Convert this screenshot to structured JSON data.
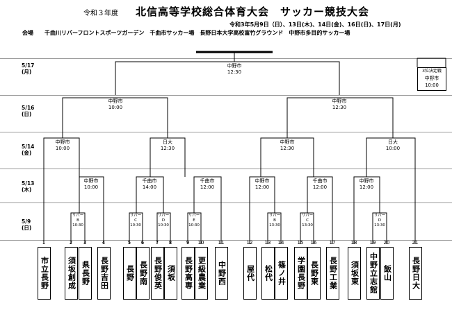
{
  "header": {
    "prefix": "令和３年度",
    "main_title": "北信高等学校総合体育大会　サッカー競技大会",
    "dates": "令和3年5月9日（日）、13日(木)、14日(金)、16日(日)、17日(月)",
    "venues": "会場　　千曲川リバーフロントスポーツガーデン　千曲市サッカー場　長野日本大学高校富竹グラウンド　中野市多目的サッカー場"
  },
  "rounds": [
    {
      "label": "5/17",
      "sub": "(月)"
    },
    {
      "label": "5/16",
      "sub": "(日)"
    },
    {
      "label": "5/14",
      "sub": "(金)"
    },
    {
      "label": "5/13",
      "sub": "(木)"
    },
    {
      "label": "5/9",
      "sub": "(日)"
    }
  ],
  "matches": {
    "final": {
      "venue": "中野市",
      "time": "12:30"
    },
    "sf_left": {
      "venue": "中野市",
      "time": "10:00"
    },
    "sf_right": {
      "venue": "中野市",
      "time": "12:30"
    },
    "qf1": {
      "venue": "中野市",
      "time": "10:00"
    },
    "qf2": {
      "venue": "日大",
      "time": "12:30"
    },
    "qf3": {
      "venue": "中野市",
      "time": "12:30"
    },
    "qf4": {
      "venue": "日大",
      "time": "10:00"
    },
    "r2_1": {
      "venue": "中野市",
      "time": "10:00"
    },
    "r2_2": {
      "venue": "千曲市",
      "time": "14:00"
    },
    "r2_3": {
      "venue": "千曲市",
      "time": "12:00"
    },
    "r2_4": {
      "venue": "中野市",
      "time": "12:00"
    },
    "r2_5": {
      "venue": "千曲市",
      "time": "12:00"
    },
    "r2_6": {
      "venue": "中野市",
      "time": "12:00"
    },
    "r1_1": {
      "venue": "リバー",
      "court": "B",
      "time": "10:30"
    },
    "r1_2": {
      "venue": "リバー",
      "court": "C",
      "time": "10:30"
    },
    "r1_3": {
      "venue": "リバー",
      "court": "D",
      "time": "10:30"
    },
    "r1_4": {
      "venue": "リバー",
      "court": "E",
      "time": "10:30"
    },
    "r1_5": {
      "venue": "リバー",
      "court": "B",
      "time": "13:30"
    },
    "r1_6": {
      "venue": "リバー",
      "court": "C",
      "time": "13:30"
    },
    "r1_7": {
      "venue": "リバー",
      "court": "D",
      "time": "13:30"
    }
  },
  "third_place": {
    "label": "3位決定戦",
    "venue": "中野市",
    "time": "10:00"
  },
  "teams": [
    {
      "num": "1",
      "name": "市立長野"
    },
    {
      "num": "2",
      "name": "須坂創成"
    },
    {
      "num": "3",
      "name": "県長野"
    },
    {
      "num": "4",
      "name": "長野吉田"
    },
    {
      "num": "5",
      "name": "長野"
    },
    {
      "num": "6",
      "name": "長野南"
    },
    {
      "num": "7",
      "name": "長野俊英"
    },
    {
      "num": "8",
      "name": "須坂"
    },
    {
      "num": "9",
      "name": "長野高専"
    },
    {
      "num": "10",
      "name": "更級農業"
    },
    {
      "num": "11",
      "name": "中野西"
    },
    {
      "num": "12",
      "name": "屋代"
    },
    {
      "num": "13",
      "name": "松代"
    },
    {
      "num": "14",
      "name": "篠ノ井"
    },
    {
      "num": "15",
      "name": "学園長野"
    },
    {
      "num": "16",
      "name": "長野東"
    },
    {
      "num": "17",
      "name": "長野工業"
    },
    {
      "num": "18",
      "name": "須坂東"
    },
    {
      "num": "19",
      "name": "中野立志館"
    },
    {
      "num": "20",
      "name": "飯山"
    },
    {
      "num": "21",
      "name": "長野日大"
    }
  ]
}
